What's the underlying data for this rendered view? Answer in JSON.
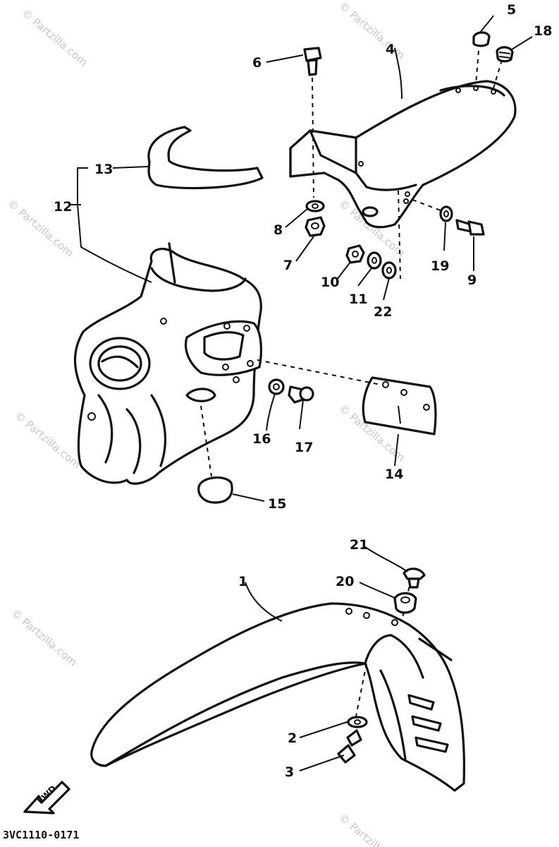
{
  "diagram": {
    "callouts": [
      "1",
      "2",
      "3",
      "4",
      "5",
      "6",
      "7",
      "8",
      "9",
      "10",
      "11",
      "12",
      "13",
      "14",
      "15",
      "16",
      "17",
      "18",
      "19",
      "20",
      "21",
      "22"
    ],
    "code": "3VC1110-0171",
    "fwd_label": "FWD",
    "watermark": "© Partzilla.com"
  }
}
